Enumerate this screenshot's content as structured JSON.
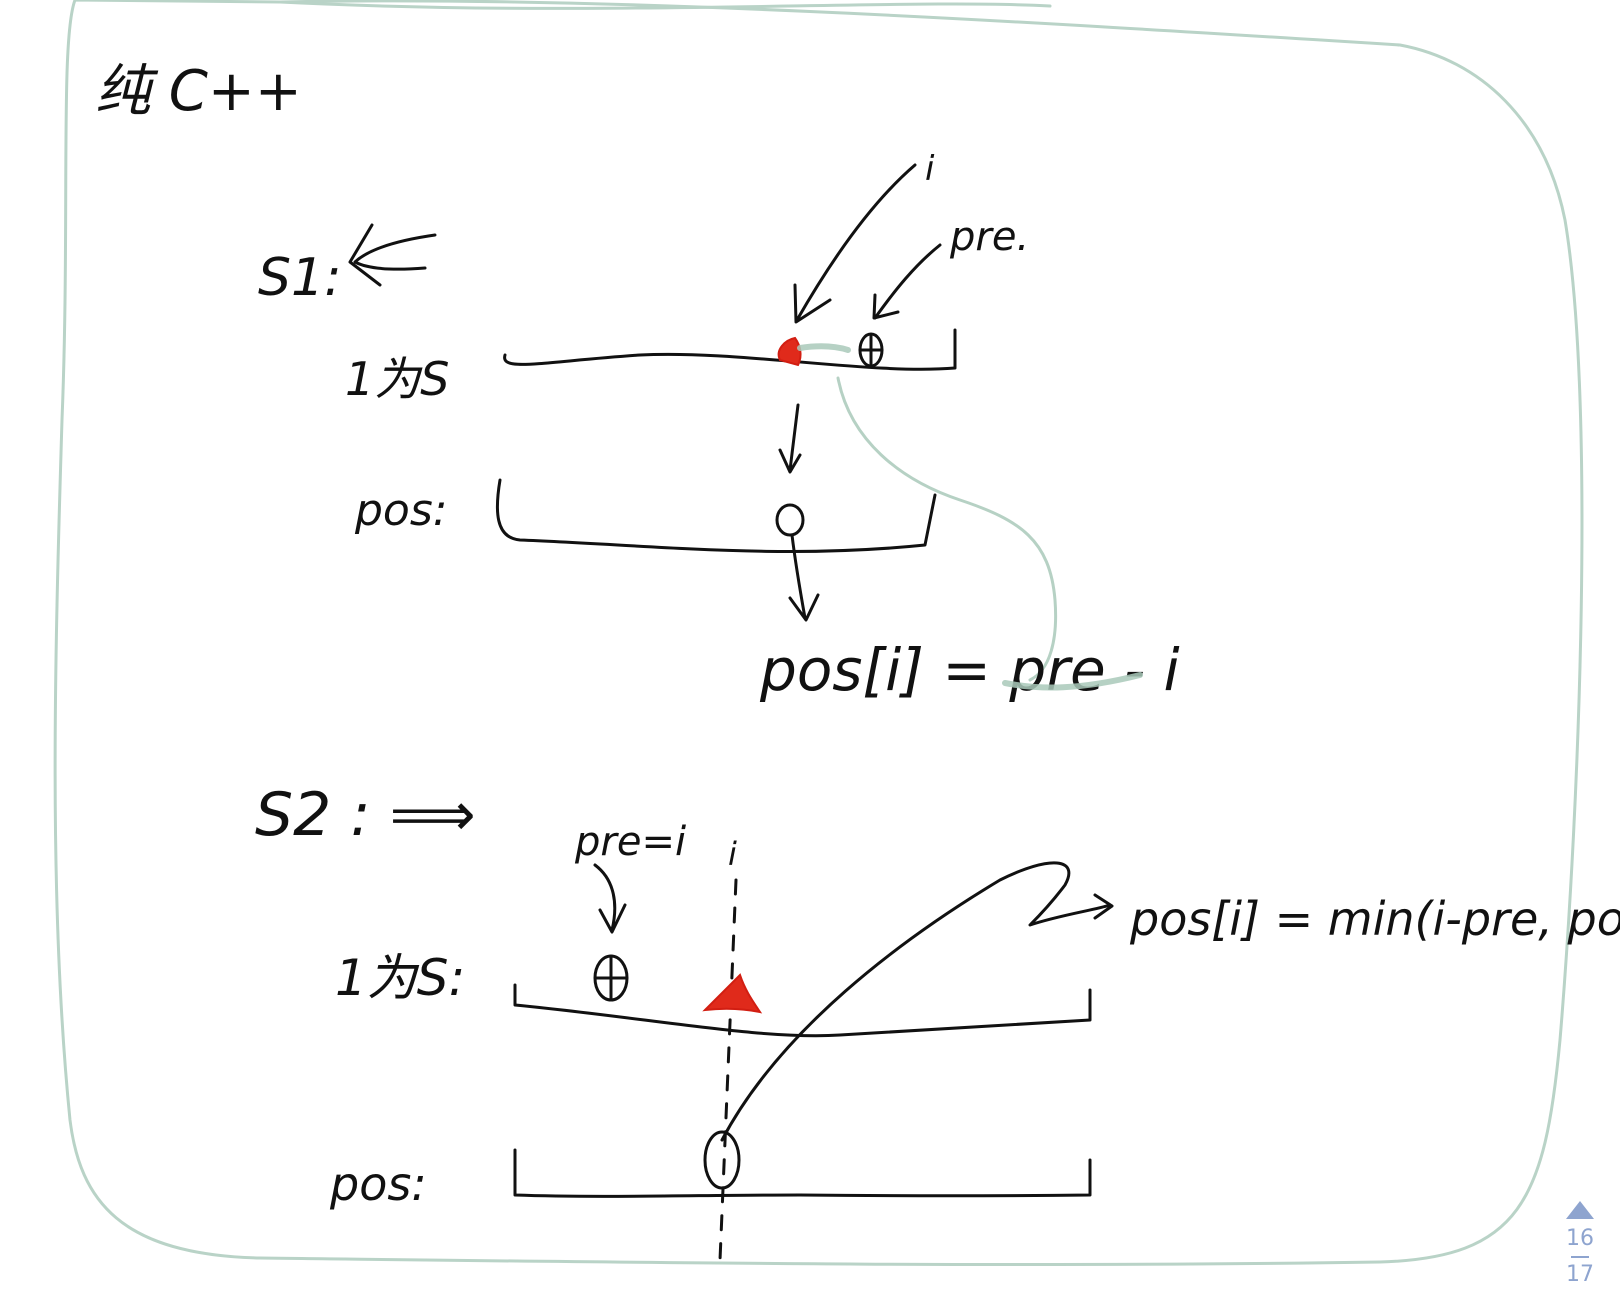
{
  "title": "纯 C++",
  "section1": {
    "label": "S1:",
    "string_label": "1为S",
    "pointer_i": "i",
    "pointer_pre": "pre.",
    "pos_label": "pos:",
    "formula": "pos[i] = pre - i"
  },
  "section2": {
    "label": "S2 : ⟹",
    "pre_note": "pre=i",
    "pointer_i": "i",
    "string_label": "1为S:",
    "pos_label": "pos:",
    "formula": "pos[i] = min(i-pre, pos[i])"
  },
  "pager": {
    "current": "16",
    "total": "17"
  },
  "colors": {
    "ink": "#111111",
    "marker_red": "#e02a1b",
    "highlight": "#a9c9ba",
    "frame": "#b9d3c7",
    "pager": "#8ea4cf"
  }
}
